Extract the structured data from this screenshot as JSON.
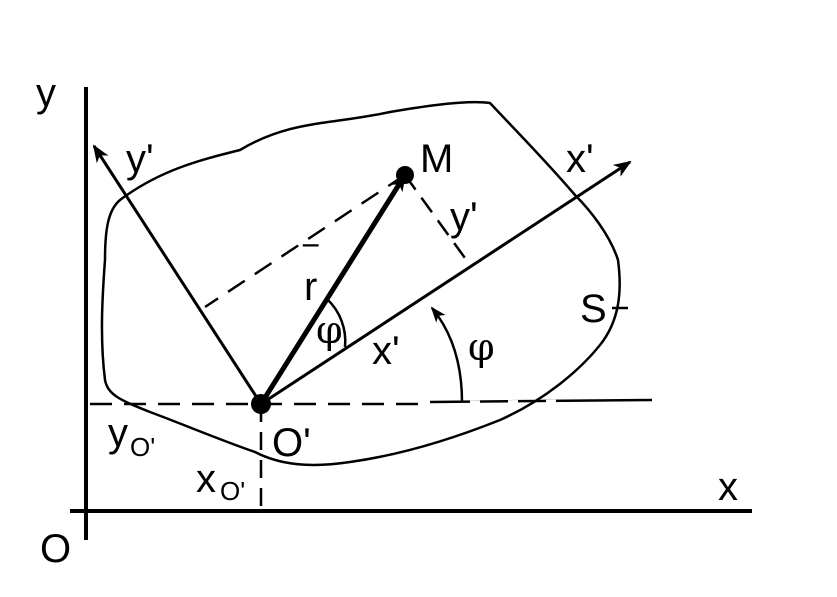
{
  "labels": {
    "axis_y": "y",
    "axis_x": "x",
    "origin": "O",
    "axis_y_prime": "y'",
    "axis_x_prime": "x'",
    "point_m": "M",
    "segment_y_prime": "y'",
    "segment_x_prime": "x'",
    "vector_r": "r",
    "vector_r_bar": "‾",
    "angle_phi_inner": "φ",
    "angle_phi_outer": "φ",
    "body_s": "S",
    "origin_prime": "O'",
    "coord_y_main": "y",
    "coord_y_sub": "O'",
    "coord_x_main": "x",
    "coord_x_sub": "O'"
  }
}
